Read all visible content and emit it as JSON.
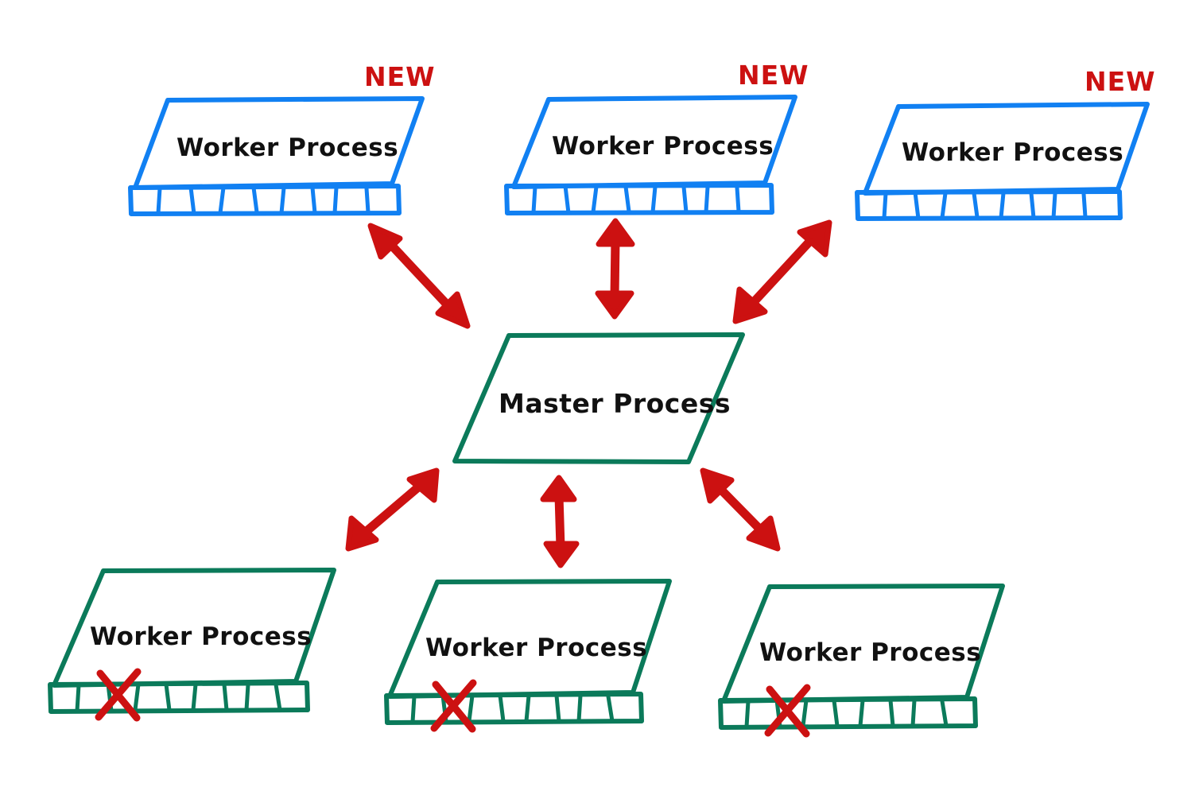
{
  "diagram": {
    "title": "Master Process and Worker Processes reload diagram",
    "background": "#ffffff",
    "colors": {
      "new_worker": "#1180f2",
      "old_worker": "#0b7a5a",
      "master": "#0b7a5a",
      "arrow": "#cc1111",
      "badge": "#cc1111",
      "text": "#111111"
    },
    "master": {
      "label": "Master Process",
      "color": "#0b7a5a"
    },
    "new_badge_text": "NEW",
    "top_workers": [
      {
        "label": "Worker Process",
        "badge": "NEW",
        "color": "#1180f2",
        "state": "new",
        "segments": 9,
        "struck_out": false
      },
      {
        "label": "Worker Process",
        "badge": "NEW",
        "color": "#1180f2",
        "state": "new",
        "segments": 9,
        "struck_out": false
      },
      {
        "label": "Worker Process",
        "badge": "NEW",
        "color": "#1180f2",
        "state": "new",
        "segments": 9,
        "struck_out": false
      }
    ],
    "bottom_workers": [
      {
        "label": "Worker Process",
        "badge": "",
        "color": "#0b7a5a",
        "state": "retired",
        "segments": 9,
        "struck_out": true,
        "strike_mark": "X"
      },
      {
        "label": "Worker Process",
        "badge": "",
        "color": "#0b7a5a",
        "state": "retired",
        "segments": 9,
        "struck_out": true,
        "strike_mark": "X"
      },
      {
        "label": "Worker Process",
        "badge": "",
        "color": "#0b7a5a",
        "state": "retired",
        "segments": 9,
        "struck_out": true,
        "strike_mark": "X"
      }
    ],
    "connections": [
      {
        "from": "master-process",
        "to": "top-worker-1",
        "style": "double-arrow",
        "color": "#cc1111"
      },
      {
        "from": "master-process",
        "to": "top-worker-2",
        "style": "double-arrow",
        "color": "#cc1111"
      },
      {
        "from": "master-process",
        "to": "top-worker-3",
        "style": "double-arrow",
        "color": "#cc1111"
      },
      {
        "from": "master-process",
        "to": "bottom-worker-1",
        "style": "double-arrow",
        "color": "#cc1111"
      },
      {
        "from": "master-process",
        "to": "bottom-worker-2",
        "style": "double-arrow",
        "color": "#cc1111"
      },
      {
        "from": "master-process",
        "to": "bottom-worker-3",
        "style": "double-arrow",
        "color": "#cc1111"
      }
    ]
  }
}
